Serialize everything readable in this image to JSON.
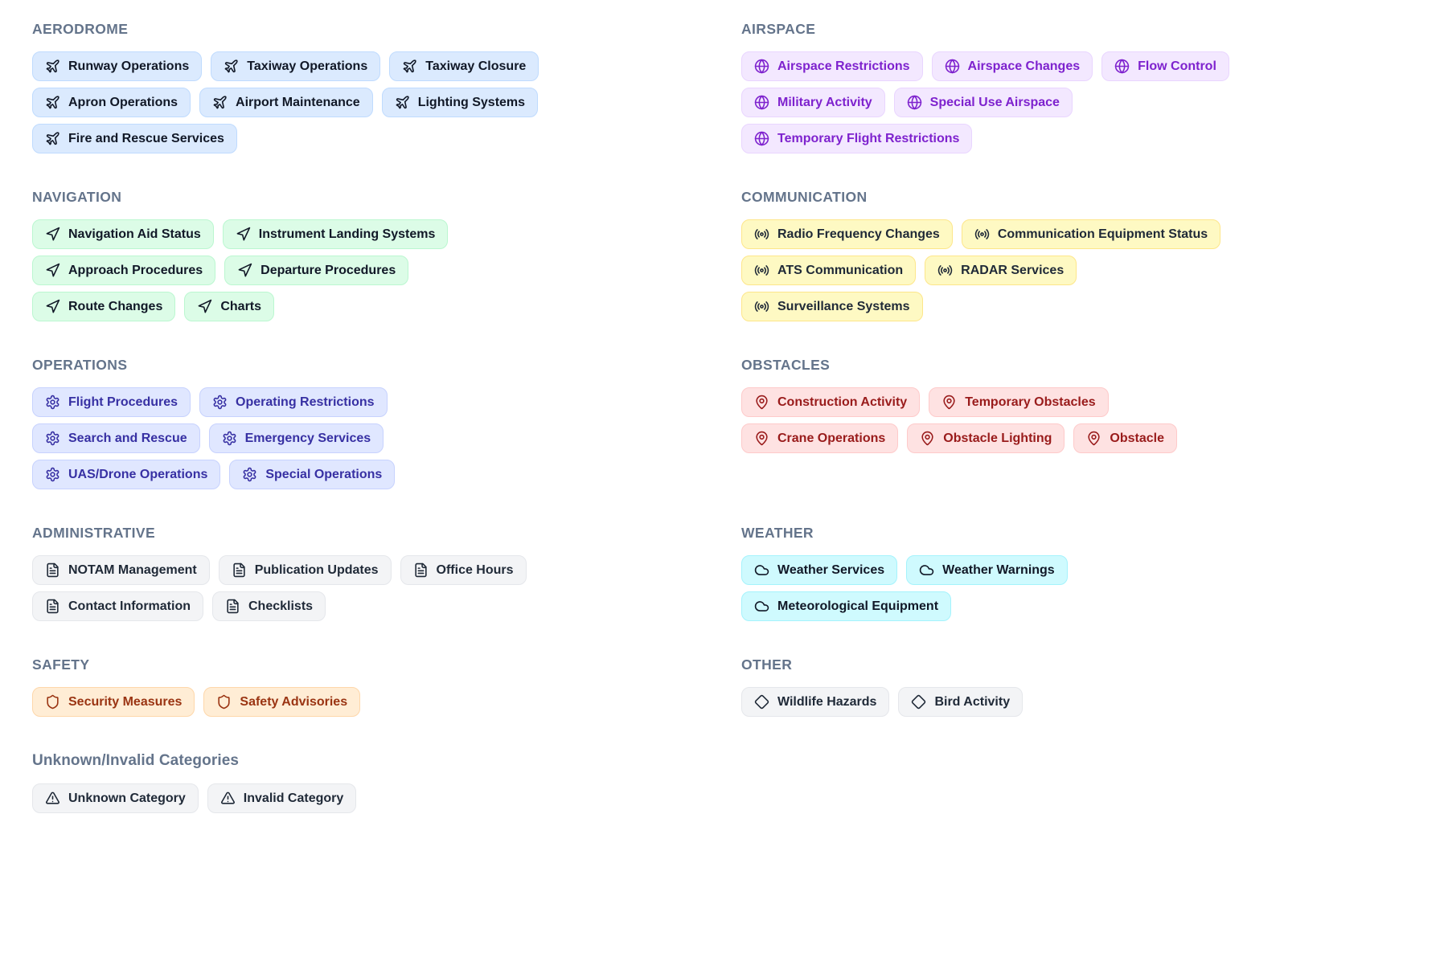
{
  "page": {
    "background": "#ffffff",
    "heading_color": "#64748b"
  },
  "sections": [
    {
      "id": "aerodrome",
      "title": "AERODROME",
      "column": "left",
      "icon": "plane-icon",
      "colors": {
        "bg": "#dbeafe",
        "border": "#bfdbfe",
        "text": "#111827"
      },
      "rows": [
        [
          "Runway Operations",
          "Taxiway Operations",
          "Taxiway Closure"
        ],
        [
          "Apron Operations",
          "Airport Maintenance",
          "Lighting Systems"
        ],
        [
          "Fire and Rescue Services"
        ]
      ]
    },
    {
      "id": "airspace",
      "title": "AIRSPACE",
      "column": "right",
      "icon": "globe-icon",
      "colors": {
        "bg": "#f3e8ff",
        "border": "#e9d5ff",
        "text": "#7e22ce"
      },
      "rows": [
        [
          "Airspace Restrictions",
          "Airspace Changes",
          "Flow Control"
        ],
        [
          "Military Activity",
          "Special Use Airspace"
        ],
        [
          "Temporary Flight Restrictions"
        ]
      ]
    },
    {
      "id": "navigation",
      "title": "NAVIGATION",
      "column": "left",
      "icon": "navigation-arrow-icon",
      "colors": {
        "bg": "#dcfce7",
        "border": "#bbf7d0",
        "text": "#111827"
      },
      "rows": [
        [
          "Navigation Aid Status",
          "Instrument Landing Systems"
        ],
        [
          "Approach Procedures",
          "Departure Procedures"
        ],
        [
          "Route Changes",
          "Charts"
        ]
      ]
    },
    {
      "id": "communication",
      "title": "COMMUNICATION",
      "column": "right",
      "icon": "radio-icon",
      "colors": {
        "bg": "#fef9c3",
        "border": "#fde68a",
        "text": "#1f2937"
      },
      "rows": [
        [
          "Radio Frequency Changes",
          "Communication Equipment Status"
        ],
        [
          "ATS Communication",
          "RADAR Services"
        ],
        [
          "Surveillance Systems"
        ]
      ]
    },
    {
      "id": "operations",
      "title": "OPERATIONS",
      "column": "left",
      "icon": "gear-icon",
      "colors": {
        "bg": "#e0e7ff",
        "border": "#c7d2fe",
        "text": "#3730a3"
      },
      "rows": [
        [
          "Flight Procedures",
          "Operating Restrictions"
        ],
        [
          "Search and Rescue",
          "Emergency Services"
        ],
        [
          "UAS/Drone Operations",
          "Special Operations"
        ]
      ]
    },
    {
      "id": "obstacles",
      "title": "OBSTACLES",
      "column": "right",
      "icon": "map-pin-icon",
      "colors": {
        "bg": "#fee2e2",
        "border": "#fecaca",
        "text": "#991b1b"
      },
      "rows": [
        [
          "Construction Activity",
          "Temporary Obstacles"
        ],
        [
          "Crane Operations",
          "Obstacle Lighting",
          "Obstacle"
        ]
      ]
    },
    {
      "id": "administrative",
      "title": "ADMINISTRATIVE",
      "column": "left",
      "icon": "file-text-icon",
      "colors": {
        "bg": "#f3f4f6",
        "border": "#e5e7eb",
        "text": "#1f2937"
      },
      "rows": [
        [
          "NOTAM Management",
          "Publication Updates",
          "Office Hours"
        ],
        [
          "Contact Information",
          "Checklists"
        ]
      ]
    },
    {
      "id": "weather",
      "title": "WEATHER",
      "column": "right",
      "icon": "cloud-icon",
      "colors": {
        "bg": "#cffafe",
        "border": "#a5f3fc",
        "text": "#111827"
      },
      "rows": [
        [
          "Weather Services",
          "Weather Warnings"
        ],
        [
          "Meteorological Equipment"
        ]
      ]
    },
    {
      "id": "safety",
      "title": "SAFETY",
      "column": "left",
      "icon": "shield-icon",
      "colors": {
        "bg": "#ffedd5",
        "border": "#fed7aa",
        "text": "#9a3412"
      },
      "rows": [
        [
          "Security Measures",
          "Safety Advisories"
        ]
      ]
    },
    {
      "id": "other",
      "title": "OTHER",
      "column": "right",
      "icon": "diamond-icon",
      "colors": {
        "bg": "#f3f4f6",
        "border": "#e5e7eb",
        "text": "#1f2937"
      },
      "rows": [
        [
          "Wildlife Hazards",
          "Bird Activity"
        ]
      ]
    },
    {
      "id": "unknown-invalid",
      "title": "Unknown/Invalid Categories",
      "column": "left",
      "icon": "alert-triangle-icon",
      "colors": {
        "bg": "#f3f4f6",
        "border": "#e5e7eb",
        "text": "#1f2937"
      },
      "rows": [
        [
          "Unknown Category",
          "Invalid Category"
        ]
      ]
    }
  ]
}
